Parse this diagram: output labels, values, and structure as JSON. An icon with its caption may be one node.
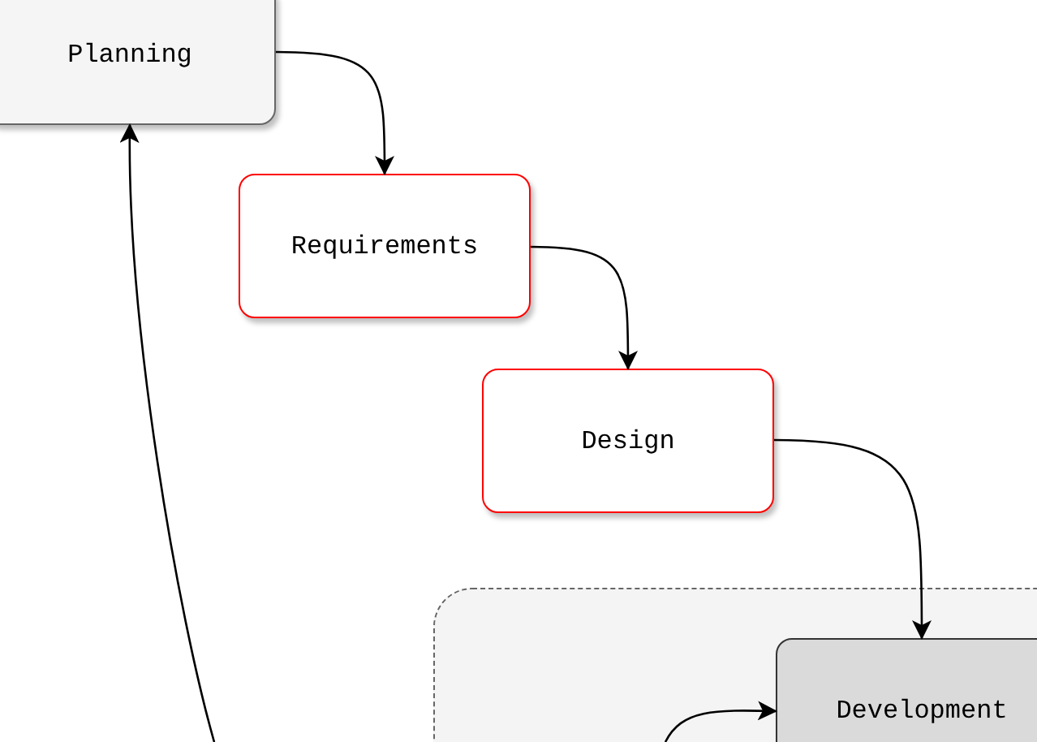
{
  "diagram": {
    "nodes": [
      {
        "text": [
          "Planning"
        ]
      },
      {
        "text": [
          "Requirements"
        ]
      },
      {
        "text": [
          "Design"
        ]
      },
      {
        "text": [],
        "shape": "box"
      },
      {
        "text": [
          "Development"
        ],
        "in": 3
      }
    ],
    "edges": [
      {
        "from": 0,
        "to": 1,
        "arrow": "to"
      },
      {
        "from": 1,
        "to": 2,
        "arrow": "to"
      },
      {
        "from": 2,
        "to": 4,
        "arrow": "to"
      },
      {
        "from": null,
        "to": 0,
        "arrow": "to"
      },
      {
        "from": null,
        "to": 4,
        "arrow": "to"
      }
    ]
  }
}
